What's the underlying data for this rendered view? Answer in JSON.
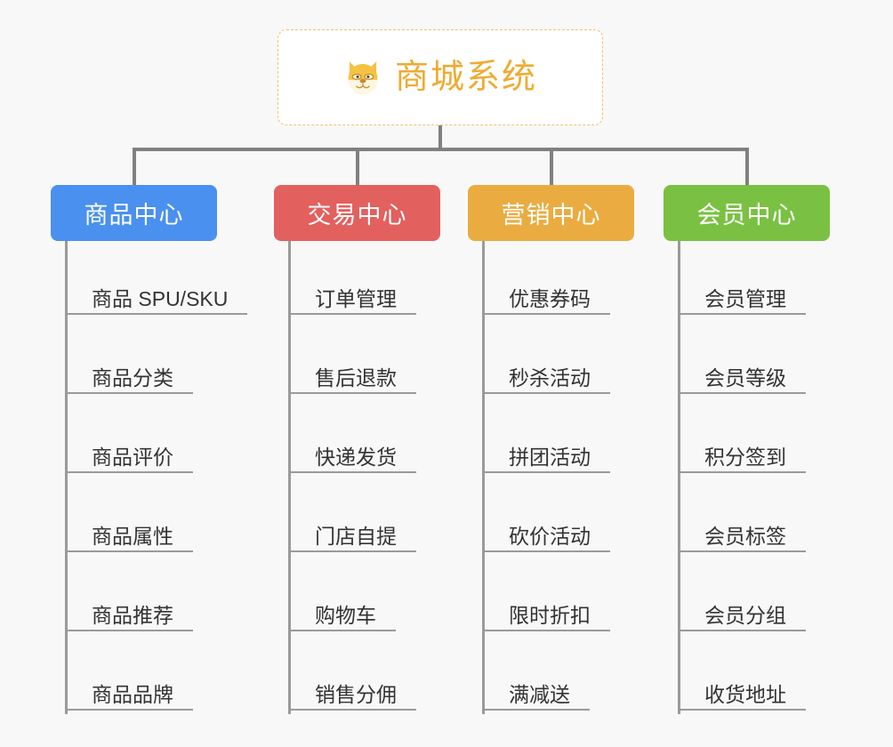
{
  "background_color": "#f8f8f8",
  "root": {
    "icon": "shiba-dog-icon",
    "title": "商城系统",
    "title_color": "#eeab33",
    "border_color": "#f0c070",
    "background": "#ffffff"
  },
  "connector_color": "#808080",
  "branch_line_color": "#9a9a9a",
  "columns": [
    {
      "key": "product-center",
      "label": "商品中心",
      "color": "#4a90ef",
      "items": [
        "商品 SPU/SKU",
        "商品分类",
        "商品评价",
        "商品属性",
        "商品推荐",
        "商品品牌"
      ]
    },
    {
      "key": "trade-center",
      "label": "交易中心",
      "color": "#e2605e",
      "items": [
        "订单管理",
        "售后退款",
        "快递发货",
        "门店自提",
        "购物车",
        "销售分佣"
      ]
    },
    {
      "key": "marketing-center",
      "label": "营销中心",
      "color": "#eaac40",
      "items": [
        "优惠券码",
        "秒杀活动",
        "拼团活动",
        "砍价活动",
        "限时折扣",
        "满减送"
      ]
    },
    {
      "key": "member-center",
      "label": "会员中心",
      "color": "#7ac143",
      "items": [
        "会员管理",
        "会员等级",
        "积分签到",
        "会员标签",
        "会员分组",
        "收货地址"
      ]
    }
  ]
}
